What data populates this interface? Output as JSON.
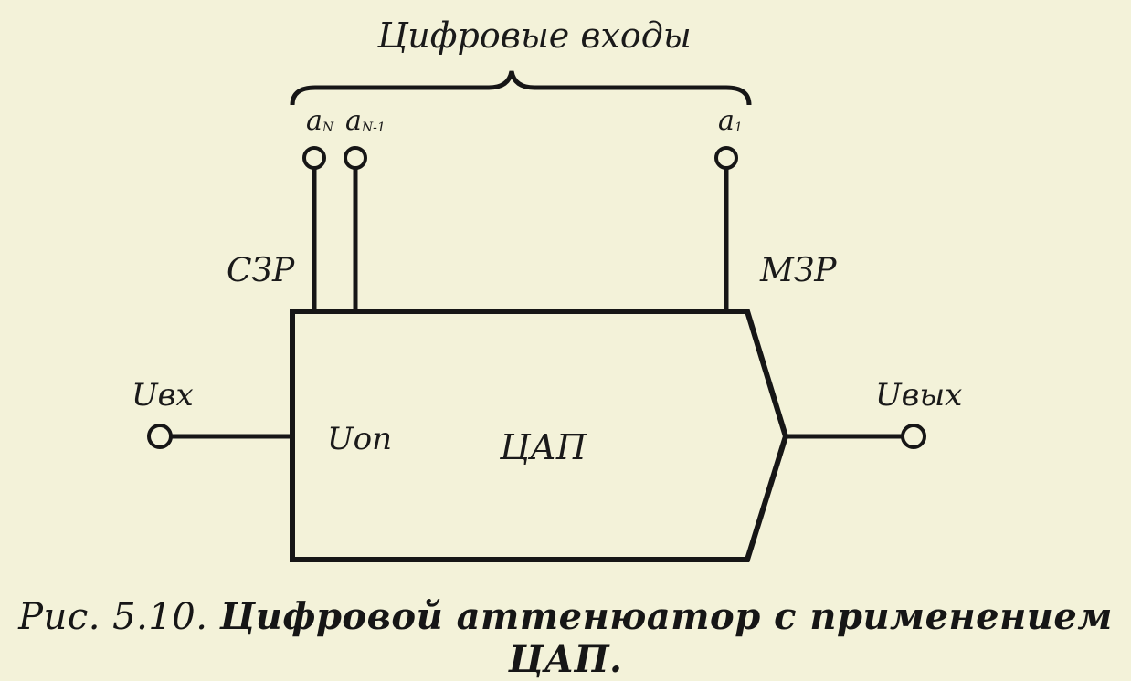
{
  "diagram": {
    "digital_inputs_label": "Цифровые входы",
    "input_an": "a",
    "input_an_sub": "N",
    "input_an1": "a",
    "input_an1_sub": "N-1",
    "input_a1": "a",
    "input_a1_sub": "1",
    "msb_label": "СЗР",
    "lsb_label": "МЗР",
    "input_voltage": "Uвх",
    "output_voltage": "Uвых",
    "reference_label": "Uоп",
    "dac_label": "ЦАП"
  },
  "caption": {
    "prefix": "Рис. 5.10.",
    "text": "Цифровой аттенюатор с применением ЦАП."
  }
}
